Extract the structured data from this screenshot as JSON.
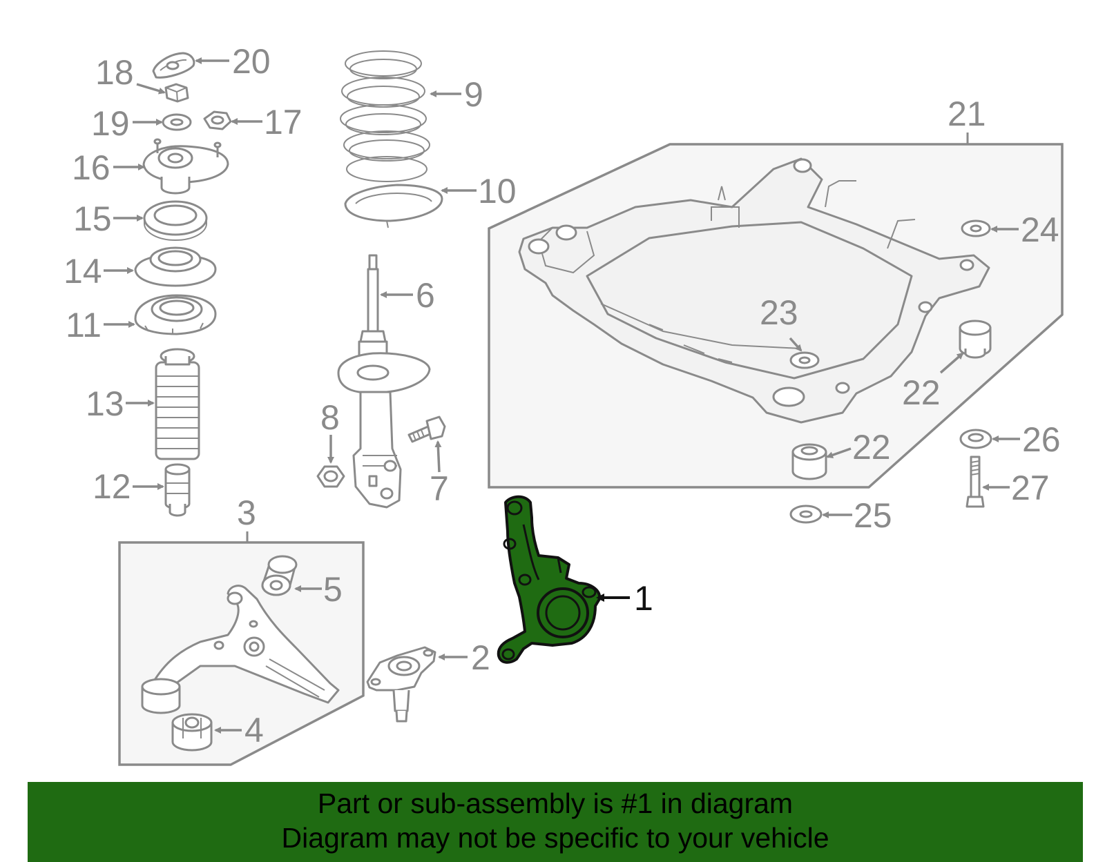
{
  "callouts": {
    "c1": "1",
    "c2": "2",
    "c3": "3",
    "c4": "4",
    "c5": "5",
    "c6": "6",
    "c7": "7",
    "c8": "8",
    "c9": "9",
    "c10": "10",
    "c11": "11",
    "c12": "12",
    "c13": "13",
    "c14": "14",
    "c15": "15",
    "c16": "16",
    "c17": "17",
    "c18": "18",
    "c19": "19",
    "c20": "20",
    "c21": "21",
    "c22a": "22",
    "c22b": "22",
    "c23": "23",
    "c24": "24",
    "c25": "25",
    "c26": "26",
    "c27": "27"
  },
  "banner": {
    "line1": "Part or sub-assembly is #1 in diagram",
    "line2": "Diagram may not be specific to your vehicle",
    "color": "#1f6b12"
  },
  "colors": {
    "highlight": "#1f6b12",
    "line_art": "#8a8a8a",
    "highlight_label": "#111111"
  }
}
